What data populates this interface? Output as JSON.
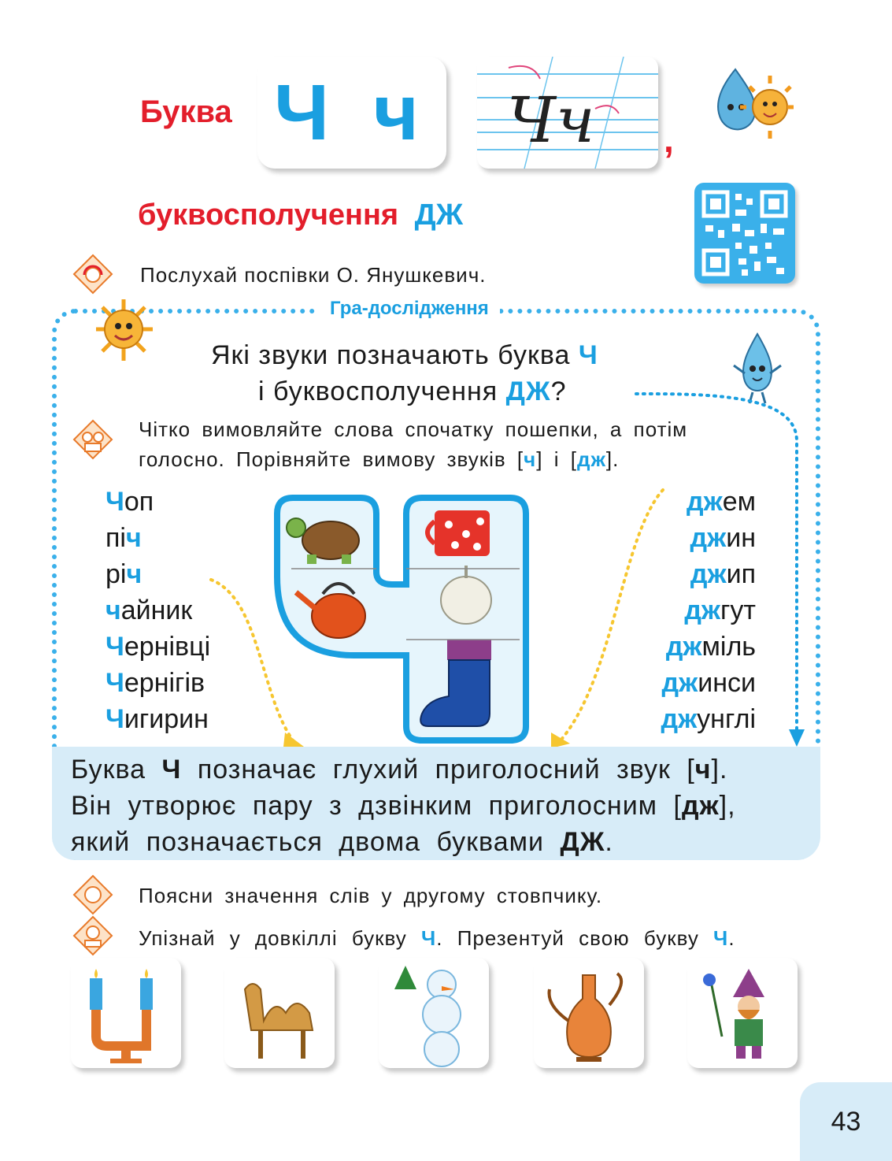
{
  "header": {
    "title_word": "Буква",
    "print_letters": "Ч ч",
    "script_letters": "Чч",
    "comma": ",",
    "subtitle_main": "буквосполучення",
    "subtitle_letters": "ДЖ"
  },
  "instructions": {
    "listen": "Послухай поспівки О. Янушкевич.",
    "game_label": "Гра-дослідження",
    "question_line1_a": "Які звуки позначають буква ",
    "question_line1_b": "Ч",
    "question_line2_a": "і буквосполучення ",
    "question_line2_b": "ДЖ",
    "question_line2_c": "?",
    "pronounce_line1": "Чітко вимовляйте слова спочатку пошепки, а потім",
    "pronounce_line2_a": "голосно. Порівняйте вимову звуків [",
    "pronounce_line2_b": "ч",
    "pronounce_line2_c": "] і [",
    "pronounce_line2_d": "дж",
    "pronounce_line2_e": "]."
  },
  "left_words": [
    {
      "hl": "Ч",
      "rest": "оп",
      "hl_first": true
    },
    {
      "hl": "ч",
      "rest": "пі",
      "hl_first": false
    },
    {
      "hl": "ч",
      "rest": "рі",
      "hl_first": false
    },
    {
      "hl": "ч",
      "rest": "айник",
      "hl_first": true
    },
    {
      "hl": "Ч",
      "rest": "ернівці",
      "hl_first": true
    },
    {
      "hl": "Ч",
      "rest": "ернігів",
      "hl_first": true
    },
    {
      "hl": "Ч",
      "rest": "игирин",
      "hl_first": true
    }
  ],
  "right_words": [
    {
      "hl": "дж",
      "rest": "ем"
    },
    {
      "hl": "дж",
      "rest": "ин"
    },
    {
      "hl": "дж",
      "rest": "ип"
    },
    {
      "hl": "дж",
      "rest": "гут"
    },
    {
      "hl": "дж",
      "rest": "міль"
    },
    {
      "hl": "дж",
      "rest": "инси"
    },
    {
      "hl": "дж",
      "rest": "унглі"
    }
  ],
  "summary": {
    "l1_a": "Буква ",
    "l1_b": "Ч",
    "l1_c": " позначає глухий приголосний звук [",
    "l1_d": "ч",
    "l1_e": "].",
    "l2_a": "Він утворює пару з дзвінким приголосним [",
    "l2_b": "дж",
    "l2_c": "],",
    "l3_a": "який позначається двома буквами ",
    "l3_b": "ДЖ",
    "l3_c": "."
  },
  "tasks": {
    "explain": "Поясни значення слів у другому стовпчику.",
    "find_a": "Упізнай у довкіллі букву ",
    "find_b": "Ч",
    "find_c": ". Презентуй свою букву ",
    "find_d": "Ч",
    "find_e": "."
  },
  "page_number": "43",
  "colors": {
    "accent_blue": "#1a9fe0",
    "accent_red": "#e31e2b",
    "panel": "#d7ecf8"
  }
}
